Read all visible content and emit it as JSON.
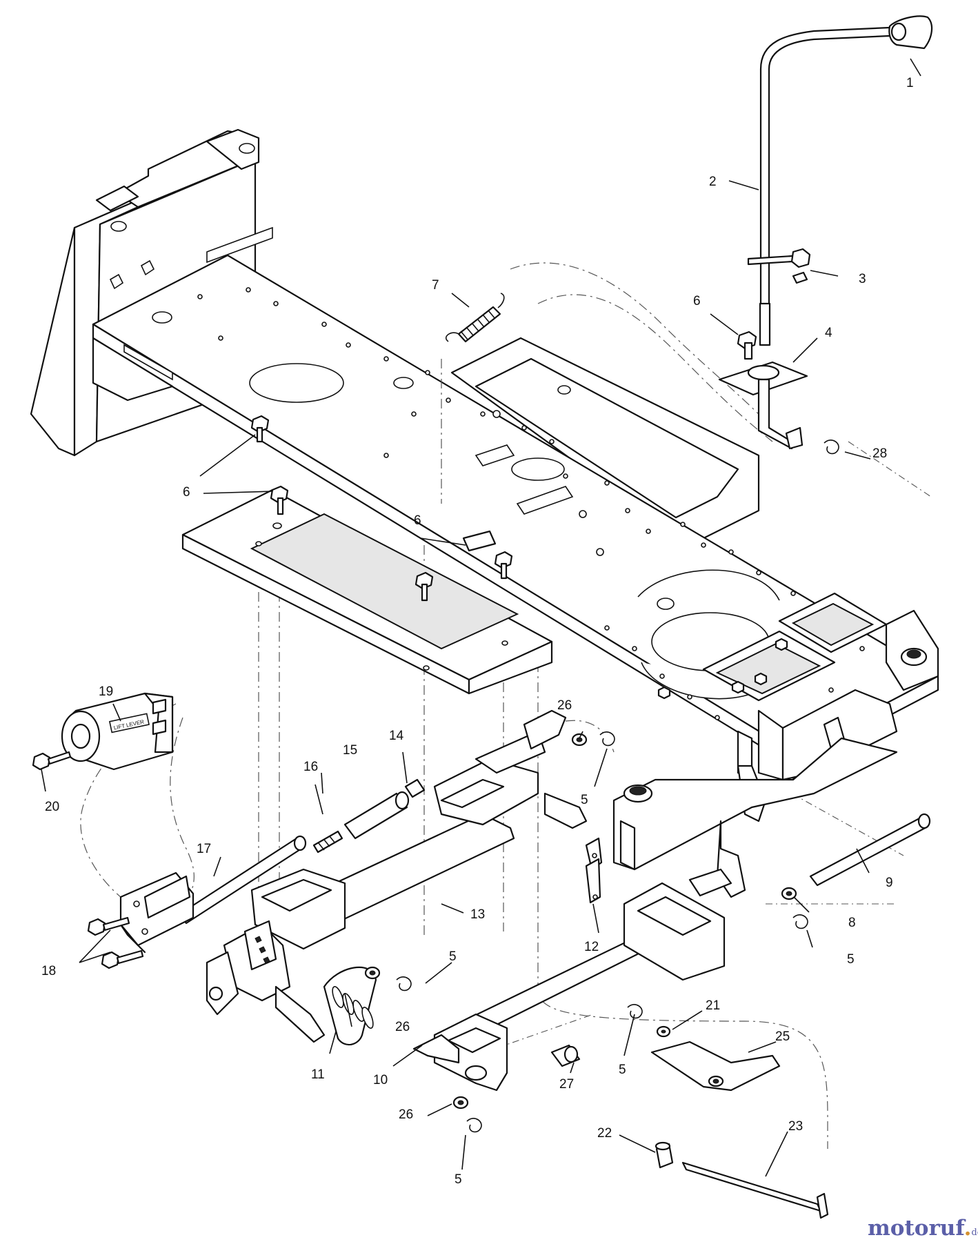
{
  "figure": {
    "labels": {
      "p1": "1",
      "p2": "2",
      "p3": "3",
      "p4": "4",
      "p5a": "5",
      "p5b": "5",
      "p5c": "5",
      "p5d": "5",
      "p5e": "5",
      "p6a": "6",
      "p6b": "6",
      "p6c": "6",
      "p7": "7",
      "p8": "8",
      "p9": "9",
      "p10": "10",
      "p11": "11",
      "p12": "12",
      "p13": "13",
      "p14": "14",
      "p15": "15",
      "p16": "16",
      "p17": "17",
      "p18": "18",
      "p19": "19",
      "p20": "20",
      "p21": "21",
      "p22": "22",
      "p23": "23",
      "p25": "25",
      "p26a": "26",
      "p26b": "26",
      "p26c": "26",
      "p27": "27",
      "p28": "28"
    },
    "knob_text": "LIFT LEVER"
  },
  "watermark": {
    "brand_main": "motoruf",
    "brand_dot": ".",
    "brand_tld": "de"
  },
  "colors": {
    "line": "#111111",
    "brand_blue": "#5b5fa8",
    "brand_orange": "#d4912f"
  }
}
